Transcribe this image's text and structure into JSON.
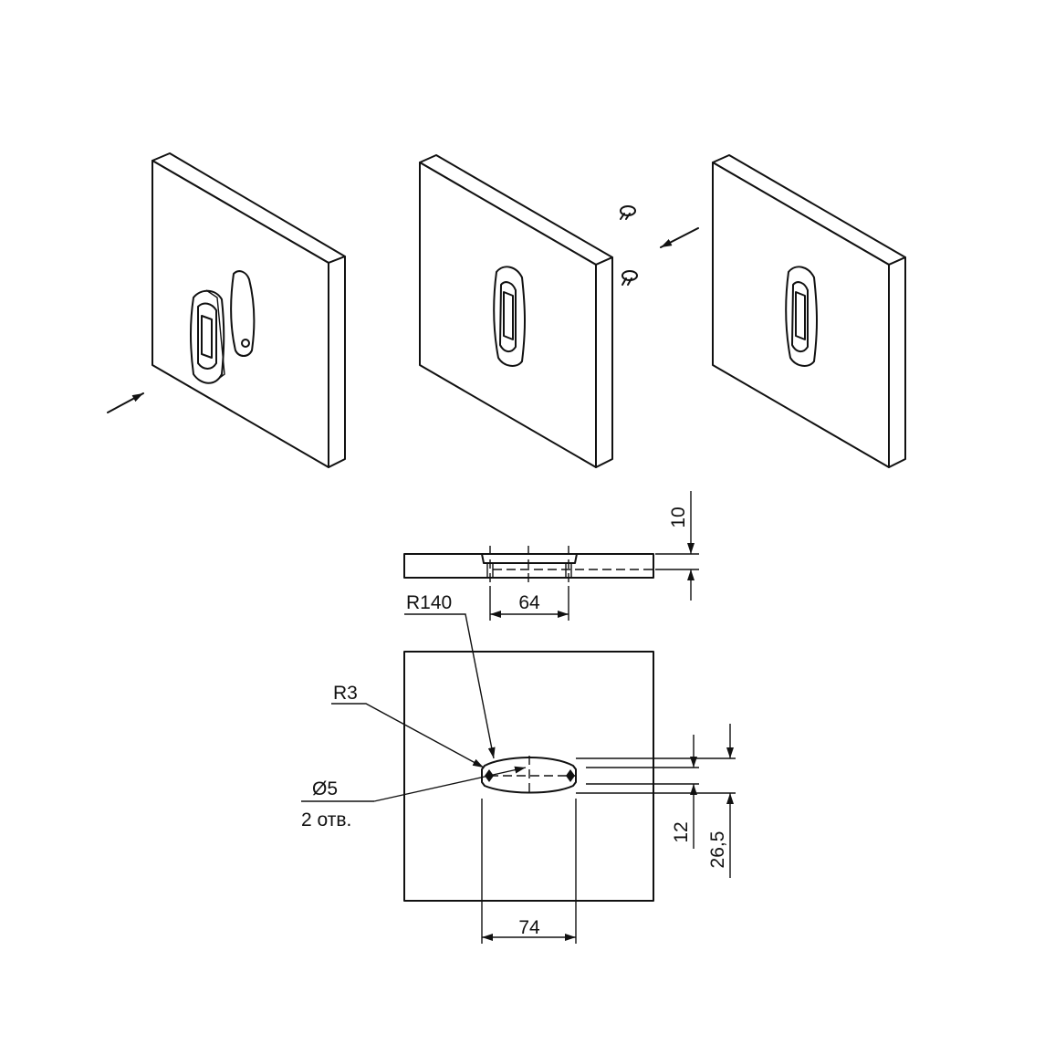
{
  "dimensions": {
    "thickness": "10",
    "hole_spacing": "64",
    "radius_large": "R140",
    "radius_small": "R3",
    "hole_diameter": "Ø5",
    "hole_count": "2 отв.",
    "cutout_width": "74",
    "height_small": "12",
    "height_large": "26,5"
  }
}
